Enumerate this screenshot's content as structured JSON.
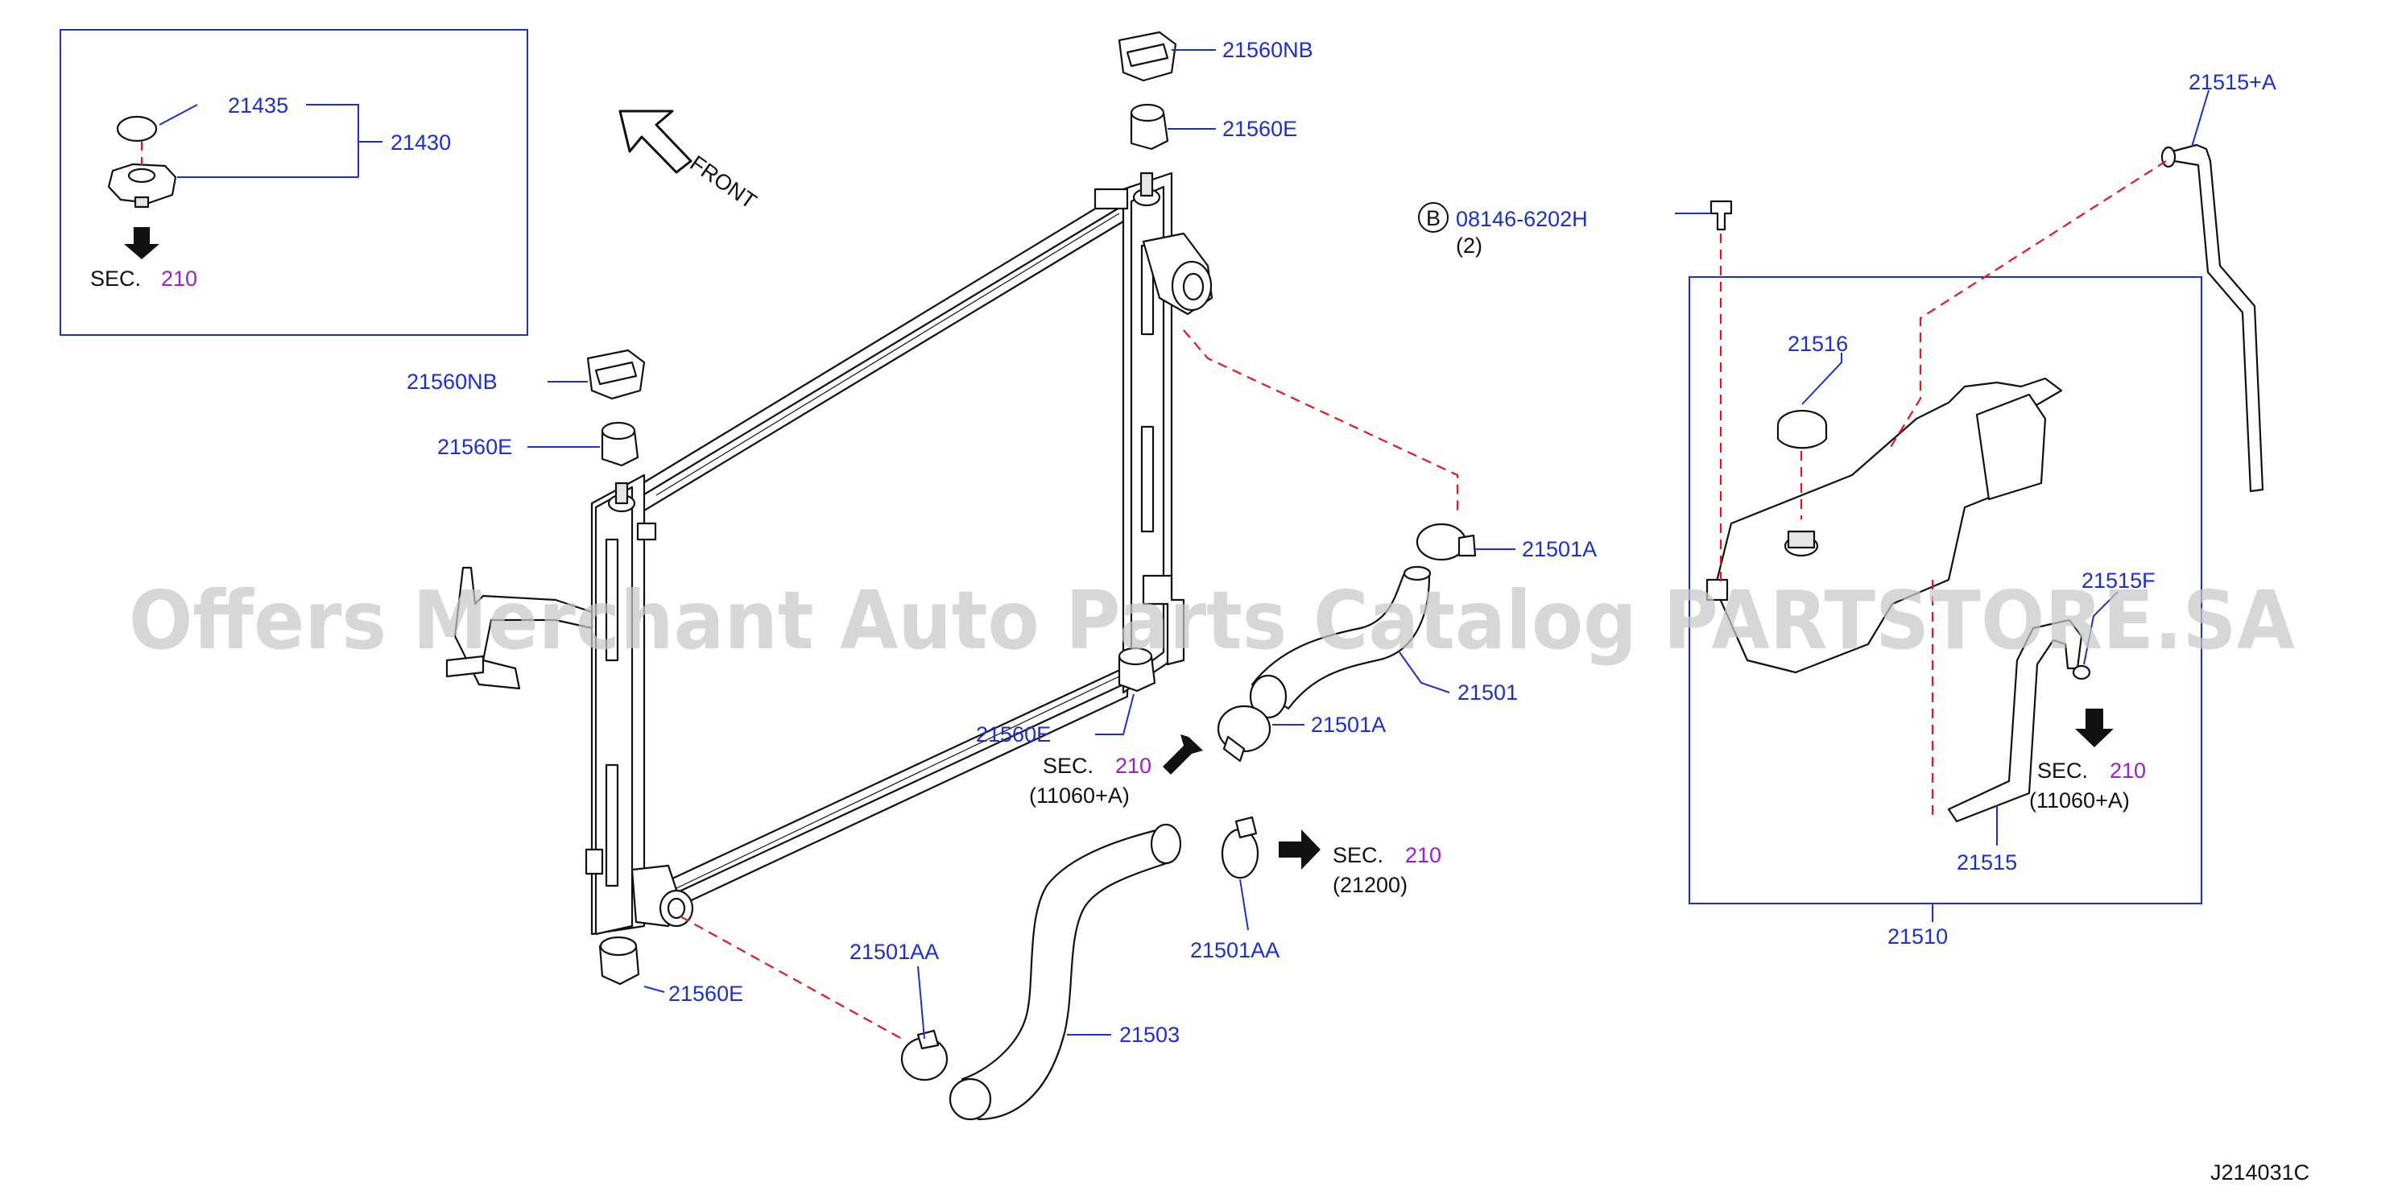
{
  "diagram_code": "J214031C",
  "watermark": "Offers Merchant Auto Parts Catalog PARTSTORE.SA",
  "front_label": "FRONT",
  "inset": {
    "cap_label": "21430",
    "seal_label": "21435",
    "sec_text": "SEC.",
    "sec_num": "210"
  },
  "parts": {
    "p21560NB_top": "21560NB",
    "p21560E_top": "21560E",
    "p21560NB_left": "21560NB",
    "p21560E_left": "21560E",
    "p21560E_mid": "21560E",
    "p21560E_bottom": "21560E",
    "p21501A_upper": "21501A",
    "p21501": "21501",
    "p21501A_lower": "21501A",
    "p21501AA_right": "21501AA",
    "p21501AA_left": "21501AA",
    "p21503": "21503",
    "p21515A": "21515+A",
    "p21516": "21516",
    "p21515F": "21515F",
    "p21515": "21515",
    "p21510": "21510"
  },
  "bolt": {
    "circle": "B",
    "number": "08146-6202H",
    "qty": "(2)"
  },
  "refs": {
    "mid": {
      "sec": "SEC.",
      "num": "210",
      "sub": "(11060+A)"
    },
    "hose": {
      "sec": "SEC.",
      "num": "210",
      "sub": "(21200)"
    },
    "tank": {
      "sec": "SEC.",
      "num": "210",
      "sub": "(11060+A)"
    }
  },
  "colors": {
    "label_blue": "#1a2fd6",
    "sec_purple": "#9a1fd0",
    "dashed_red": "#e4161e"
  }
}
